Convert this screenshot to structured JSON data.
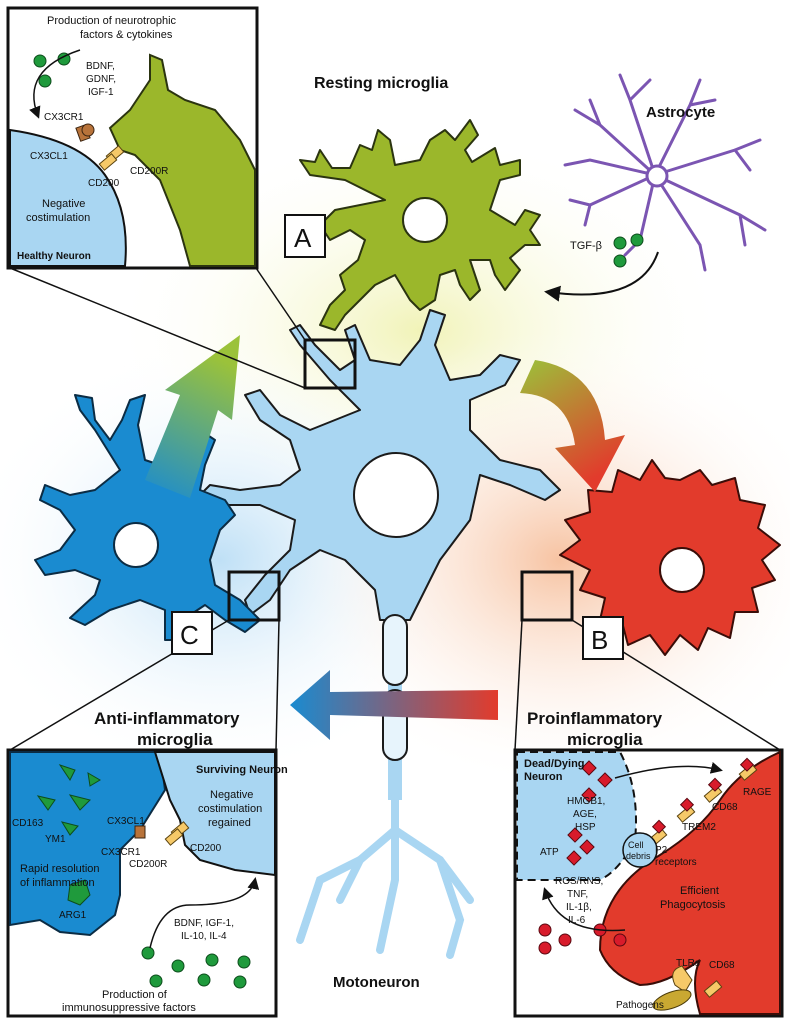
{
  "titles": {
    "resting": "Resting microglia",
    "astrocyte": "Astrocyte",
    "anti_line1": "Anti-inflammatory",
    "anti_line2": "microglia",
    "pro_line1": "Proinflammatory",
    "pro_line2": "microglia",
    "motoneuron": "Motoneuron"
  },
  "box_labels": {
    "a": "A",
    "b": "B",
    "c": "C"
  },
  "astro_factor": "TGF-β",
  "panel_a": {
    "title_line1": "Production of neurotrophic",
    "title_line2": "factors & cytokines",
    "factors_1": "BDNF,",
    "factors_2": "GDNF,",
    "factors_3": "IGF-1",
    "cx3cr1": "CX3CR1",
    "cx3cl1": "CX3CL1",
    "cd200r": "CD200R",
    "cd200": "CD200",
    "neg1": "Negative",
    "neg2": "costimulation",
    "neuron": "Healthy Neuron"
  },
  "panel_b": {
    "neuron1": "Dead/Dying",
    "neuron2": "Neuron",
    "hmgb1": "HMGB1,",
    "age": "AGE,",
    "hsp": "HSP",
    "atp": "ATP",
    "rage": "RAGE",
    "cd68a": "CD68",
    "trem2": "TREM2",
    "p2a": "P2",
    "p2b": "receptors",
    "cell1": "Cell",
    "cell2": "debris",
    "ros1": "ROS/RNS,",
    "ros2": "TNF,",
    "ros3": "IL-1β,",
    "ros4": "IL-6",
    "eff1": "Efficient",
    "eff2": "Phagocytosis",
    "tlrs": "TLRs",
    "cd68b": "CD68",
    "pathogens": "Pathogens"
  },
  "panel_c": {
    "neuron": "Surviving Neuron",
    "neg1": "Negative",
    "neg2": "costimulation",
    "neg3": "regained",
    "cd163": "CD163",
    "ym1": "YM1",
    "cx3cl1": "CX3CL1",
    "cx3cr1": "CX3CR1",
    "cd200": "CD200",
    "cd200r": "CD200R",
    "rapid1": "Rapid resolution",
    "rapid2": "of inflammation",
    "arg1": "ARG1",
    "factors1": "BDNF, IGF-1,",
    "factors2": "IL-10, IL-4",
    "prod1": "Production of",
    "prod2": "immunosuppressive factors"
  },
  "colors": {
    "resting": "#9bb72b",
    "astrocyte": "#7b55b2",
    "motoneuron": "#a9d6f2",
    "anti": "#1a8bd0",
    "pro": "#e23b2c",
    "receptor": "#f6c968",
    "factor": "#1f9a3c",
    "danger": "#d81b2b"
  }
}
